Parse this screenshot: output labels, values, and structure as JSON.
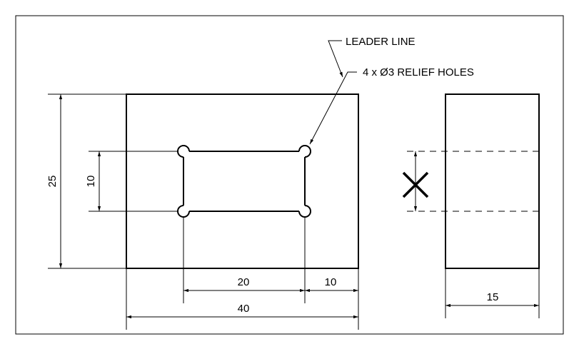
{
  "drawing": {
    "labels": {
      "leader_line": "LEADER LINE",
      "relief_holes": "4 x Ø3 RELIEF HOLES"
    },
    "dimensions": {
      "overall_height": "25",
      "slot_height": "10",
      "slot_width": "20",
      "slot_right_offset": "10",
      "overall_width": "40",
      "side_depth": "15"
    }
  }
}
